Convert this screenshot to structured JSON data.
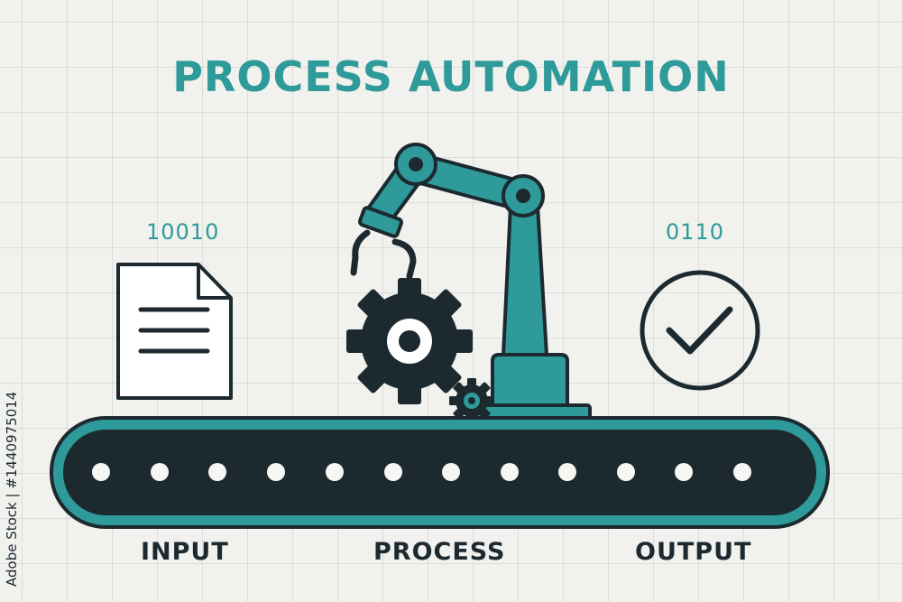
{
  "title": "PROCESS AUTOMATION",
  "input_code": "10010",
  "output_code": "0110",
  "stages": {
    "input": "INPUT",
    "process": "PROCESS",
    "output": "OUTPUT"
  },
  "vertical_id": "Adobe Stock | #1440975014",
  "colors": {
    "teal": "#2e9a9a",
    "dark": "#1c2a30",
    "background": "#f1f1ee"
  },
  "icons": [
    "document-icon",
    "gear-icon",
    "robot-arm-icon",
    "check-circle-icon",
    "conveyor-belt-icon"
  ]
}
